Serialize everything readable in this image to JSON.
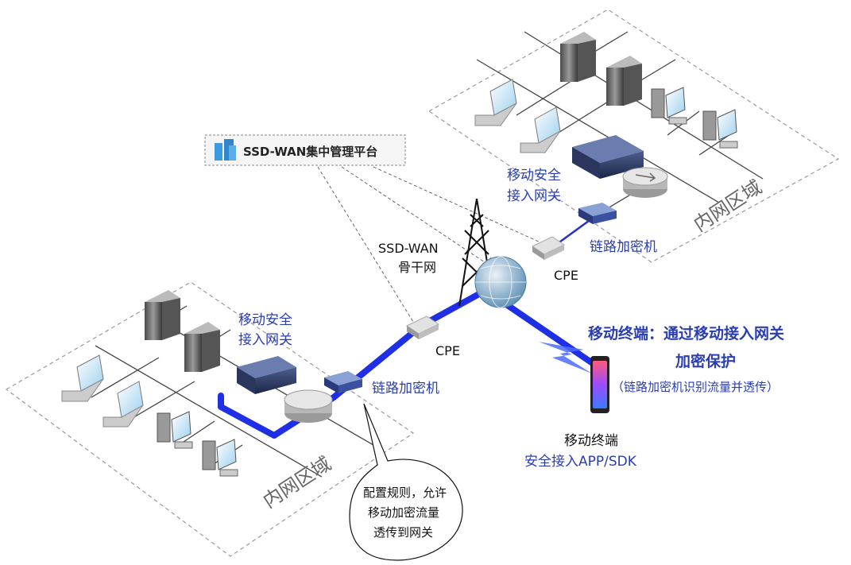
{
  "platform": {
    "label": "SSD-WAN集中管理平台"
  },
  "backbone": {
    "line1": "SSD-WAN",
    "line2": "骨干网"
  },
  "site_right": {
    "gateway_line1": "移动安全",
    "gateway_line2": "接入网关",
    "encryptor": "链路加密机",
    "cpe": "CPE",
    "zone": "内网区域"
  },
  "site_left": {
    "gateway_line1": "移动安全",
    "gateway_line2": "接入网关",
    "encryptor": "链路加密机",
    "cpe": "CPE",
    "zone": "内网区域"
  },
  "mobile": {
    "headline_line1": "移动终端：通过移动接入网关",
    "headline_line2": "加密保护",
    "note": "（链路加密机识别流量并透传）",
    "device_label": "移动终端",
    "app_label": "安全接入APP/SDK"
  },
  "callout": {
    "line1": "配置规则，允许",
    "line2": "移动加密流量",
    "line3": "透传到网关"
  },
  "colors": {
    "secure_path": "#1f2fe6",
    "label_blue": "#2a3eb1",
    "zone_border": "#9a9a9a"
  }
}
